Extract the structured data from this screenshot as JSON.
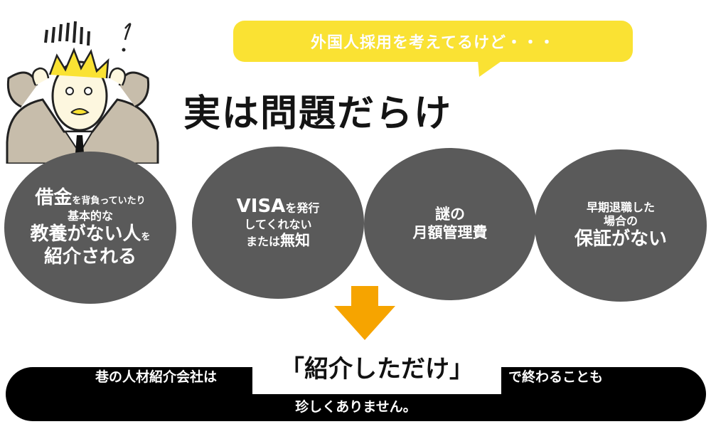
{
  "speech_bubble": {
    "text": "外国人採用を考えてるけど・・・"
  },
  "headline": "実は問題だらけ",
  "problems": [
    {
      "lines": [
        [
          {
            "t": "借金",
            "s": "big"
          },
          {
            "t": "を背負っていたり",
            "s": "xs"
          }
        ],
        [
          {
            "t": "基本的な",
            "s": "sm"
          }
        ],
        [
          {
            "t": "教養がない人",
            "s": "big"
          },
          {
            "t": "を",
            "s": "xs"
          }
        ],
        [
          {
            "t": "紹介される",
            "s": "big"
          }
        ]
      ]
    },
    {
      "lines": [
        [
          {
            "t": "VISA",
            "s": "big"
          },
          {
            "t": "を発行",
            "s": "sm"
          }
        ],
        [
          {
            "t": "してくれない",
            "s": "sm"
          }
        ],
        [
          {
            "t": " ",
            "s": "sm"
          }
        ],
        [
          {
            "t": "または",
            "s": "sm"
          },
          {
            "t": "無知",
            "s": "mid"
          }
        ]
      ]
    },
    {
      "lines": [
        [
          {
            "t": "謎の",
            "s": "mid"
          }
        ],
        [
          {
            "t": "月額管理費",
            "s": "mid"
          }
        ]
      ]
    },
    {
      "lines": [
        [
          {
            "t": "早期退職した",
            "s": "sm"
          }
        ],
        [
          {
            "t": "場合の",
            "s": "sm"
          }
        ],
        [
          {
            "t": "保証がない",
            "s": "big"
          }
        ]
      ]
    }
  ],
  "banner": {
    "prefix": "巷の人材紹介会社は",
    "highlight": "「紹介しただけ」",
    "suffix": "で終わることも",
    "line2": "珍しくありません。"
  },
  "colors": {
    "bubble": "#fae233",
    "circle": "#5a5a5a",
    "arrow": "#f6a400",
    "banner": "#000000"
  },
  "icons": {
    "illustration": "stressed-man-icon",
    "arrow": "down-arrow-icon"
  }
}
